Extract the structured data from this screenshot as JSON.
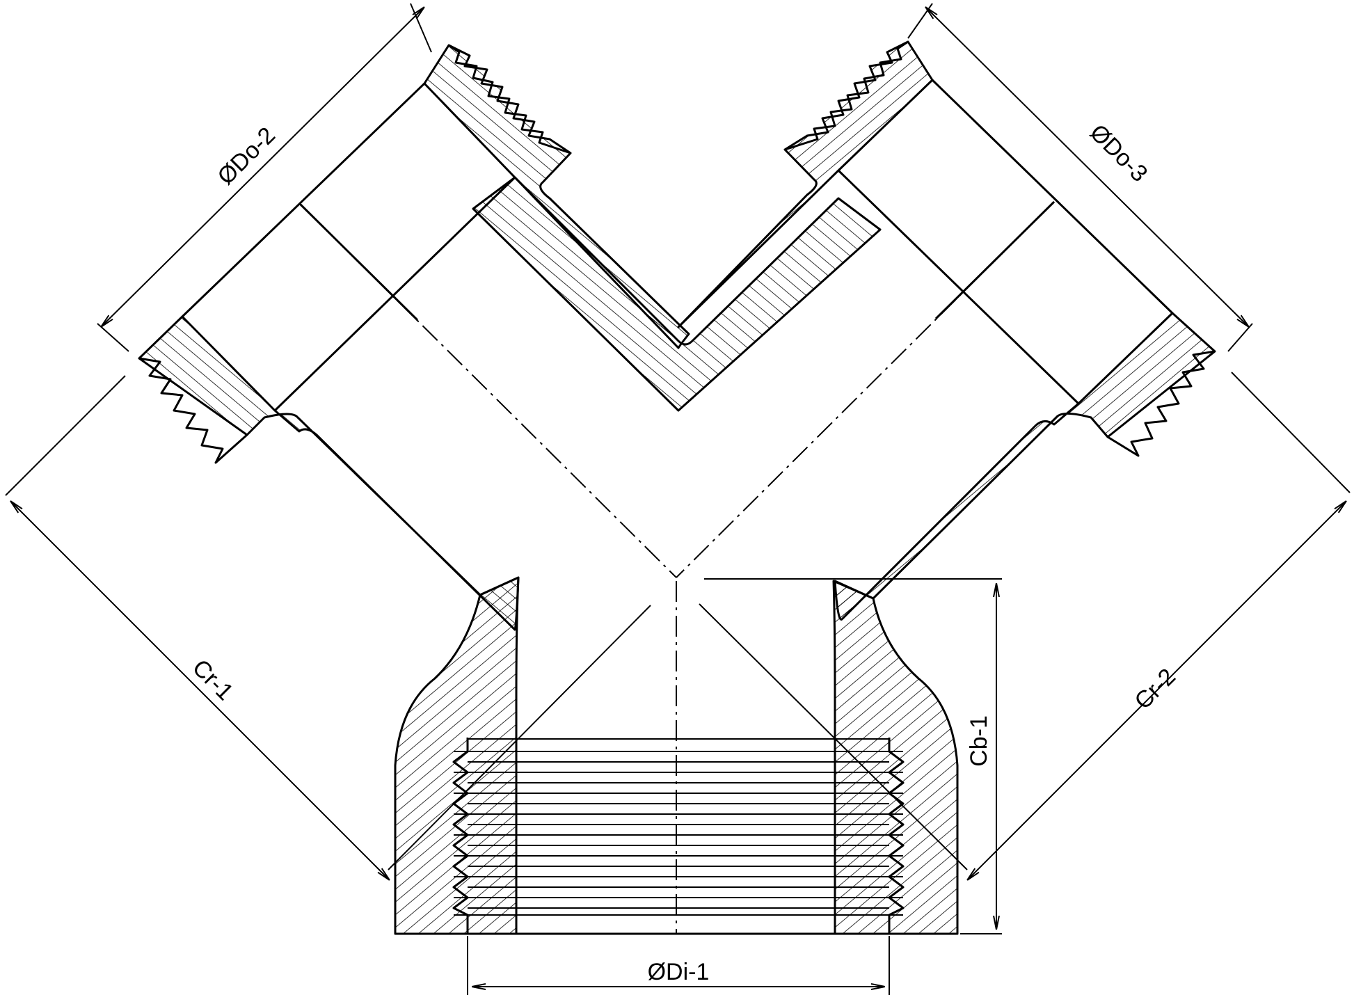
{
  "labels": {
    "do2": "ØDo-2",
    "do3": "ØDo-3",
    "cr1": "Cr-1",
    "cr2": "Cr-2",
    "cb1": "Cb-1",
    "di1": "ØDi-1"
  }
}
